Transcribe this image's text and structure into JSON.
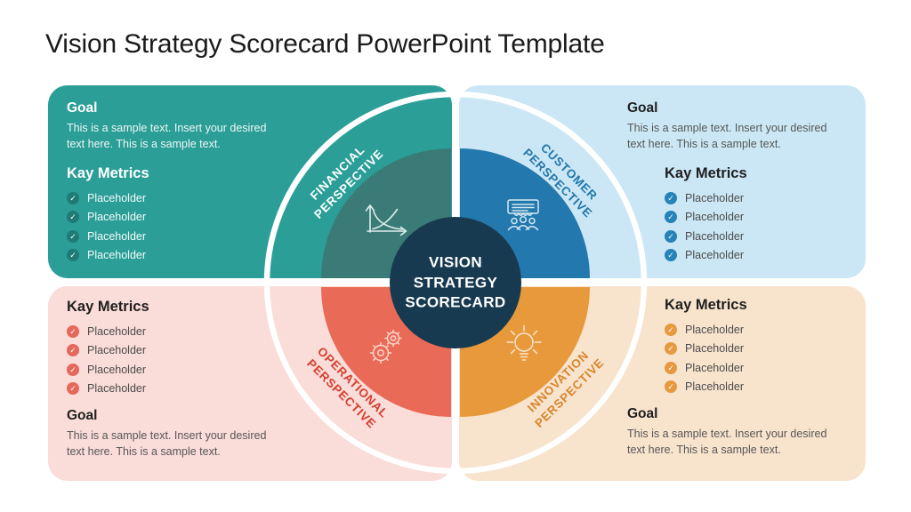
{
  "page": {
    "title": "Vision Strategy Scorecard PowerPoint Template"
  },
  "center_badge": {
    "line1": "VISION",
    "line2": "STRATEGY",
    "line3": "SCORECARD"
  },
  "icons": {
    "check_glyph": "✓"
  },
  "colors": {
    "financial_panel": "#2B9E98",
    "financial_inner": "#3A7B77",
    "financial_check": "#1F7B74",
    "financial_label": "#FFFFFF",
    "customer_panel": "#CBE7F5",
    "customer_inner": "#2379AD",
    "customer_check": "#2583B8",
    "customer_label": "#2377AC",
    "operational_panel": "#FADCD8",
    "operational_inner": "#E96A56",
    "operational_check": "#E5695A",
    "operational_label": "#D63E2E",
    "innovation_panel": "#F8E3CD",
    "innovation_inner": "#E8993C",
    "innovation_check": "#E6993F",
    "innovation_label": "#D8862C",
    "center_circle": "#173A50",
    "ring_stroke": "#FFFFFF",
    "title_text": "#1B1B1B"
  },
  "quadrants": {
    "financial": {
      "perspective_line1": "FINANCIAL",
      "perspective_line2": "PERSPECTIVE",
      "icon": "line-chart-icon",
      "goal": {
        "heading": "Goal",
        "text": "This is a sample text. Insert your desired text here. This is a sample text."
      },
      "metrics": {
        "heading": "Kay Metrics",
        "items": [
          "Placeholder",
          "Placeholder",
          "Placeholder",
          "Placeholder"
        ]
      }
    },
    "customer": {
      "perspective_line1": "CUSTOMER",
      "perspective_line2": "PERSPECTIVE",
      "icon": "presentation-audience-icon",
      "goal": {
        "heading": "Goal",
        "text": "This is a sample text. Insert your desired text here. This is a sample text."
      },
      "metrics": {
        "heading": "Kay Metrics",
        "items": [
          "Placeholder",
          "Placeholder",
          "Placeholder",
          "Placeholder"
        ]
      }
    },
    "operational": {
      "perspective_line1": "OPERATIONAL",
      "perspective_line2": "PERSPECTIVE",
      "icon": "gears-icon",
      "goal": {
        "heading": "Goal",
        "text": "This is a sample text. Insert your desired text here. This is a sample text."
      },
      "metrics": {
        "heading": "Kay Metrics",
        "items": [
          "Placeholder",
          "Placeholder",
          "Placeholder",
          "Placeholder"
        ]
      }
    },
    "innovation": {
      "perspective_line1": "INNOVATION",
      "perspective_line2": "PERSPECTIVE",
      "icon": "lightbulb-icon",
      "goal": {
        "heading": "Goal",
        "text": "This is a sample text. Insert your desired text here. This is a sample text."
      },
      "metrics": {
        "heading": "Kay Metrics",
        "items": [
          "Placeholder",
          "Placeholder",
          "Placeholder",
          "Placeholder"
        ]
      }
    }
  }
}
